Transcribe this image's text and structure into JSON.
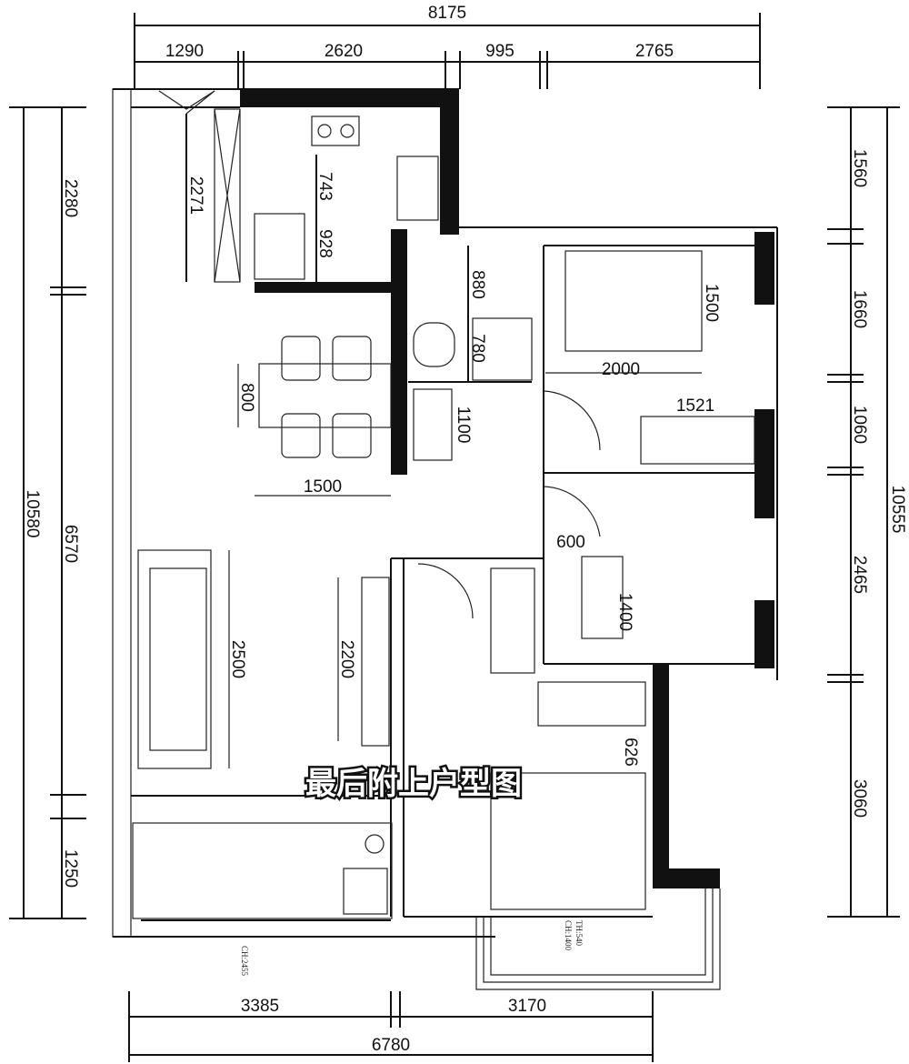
{
  "dimensions": {
    "top": {
      "total": "8175",
      "segments": [
        "1290",
        "2620",
        "995",
        "2765"
      ]
    },
    "left": {
      "total": "10580",
      "segments": [
        "2280",
        "6570",
        "1250"
      ]
    },
    "right": {
      "total": "10555",
      "segments": [
        "1560",
        "1660",
        "1060",
        "2465",
        "3060"
      ]
    },
    "bottom": {
      "total": "6780",
      "segments": [
        "3385",
        "3170"
      ]
    },
    "interior": {
      "kitchen_depth": "2271",
      "counter_a": "743",
      "counter_b": "928",
      "shower": "880",
      "toilet": "780",
      "bed_width": "1500",
      "bed_length": "2000",
      "wardrobe": "1521",
      "dining_table_depth": "800",
      "dining_table_width": "1500",
      "vanity": "1100",
      "desk_offset": "600",
      "desk": "1400",
      "sofa": "2500",
      "tv_wall": "2200",
      "closet_gap": "626"
    },
    "notes": {
      "ch_living": "CH:2455",
      "th_window": "TH:540",
      "ch_window": "CH:1400"
    }
  },
  "caption": "最后附上户型图"
}
